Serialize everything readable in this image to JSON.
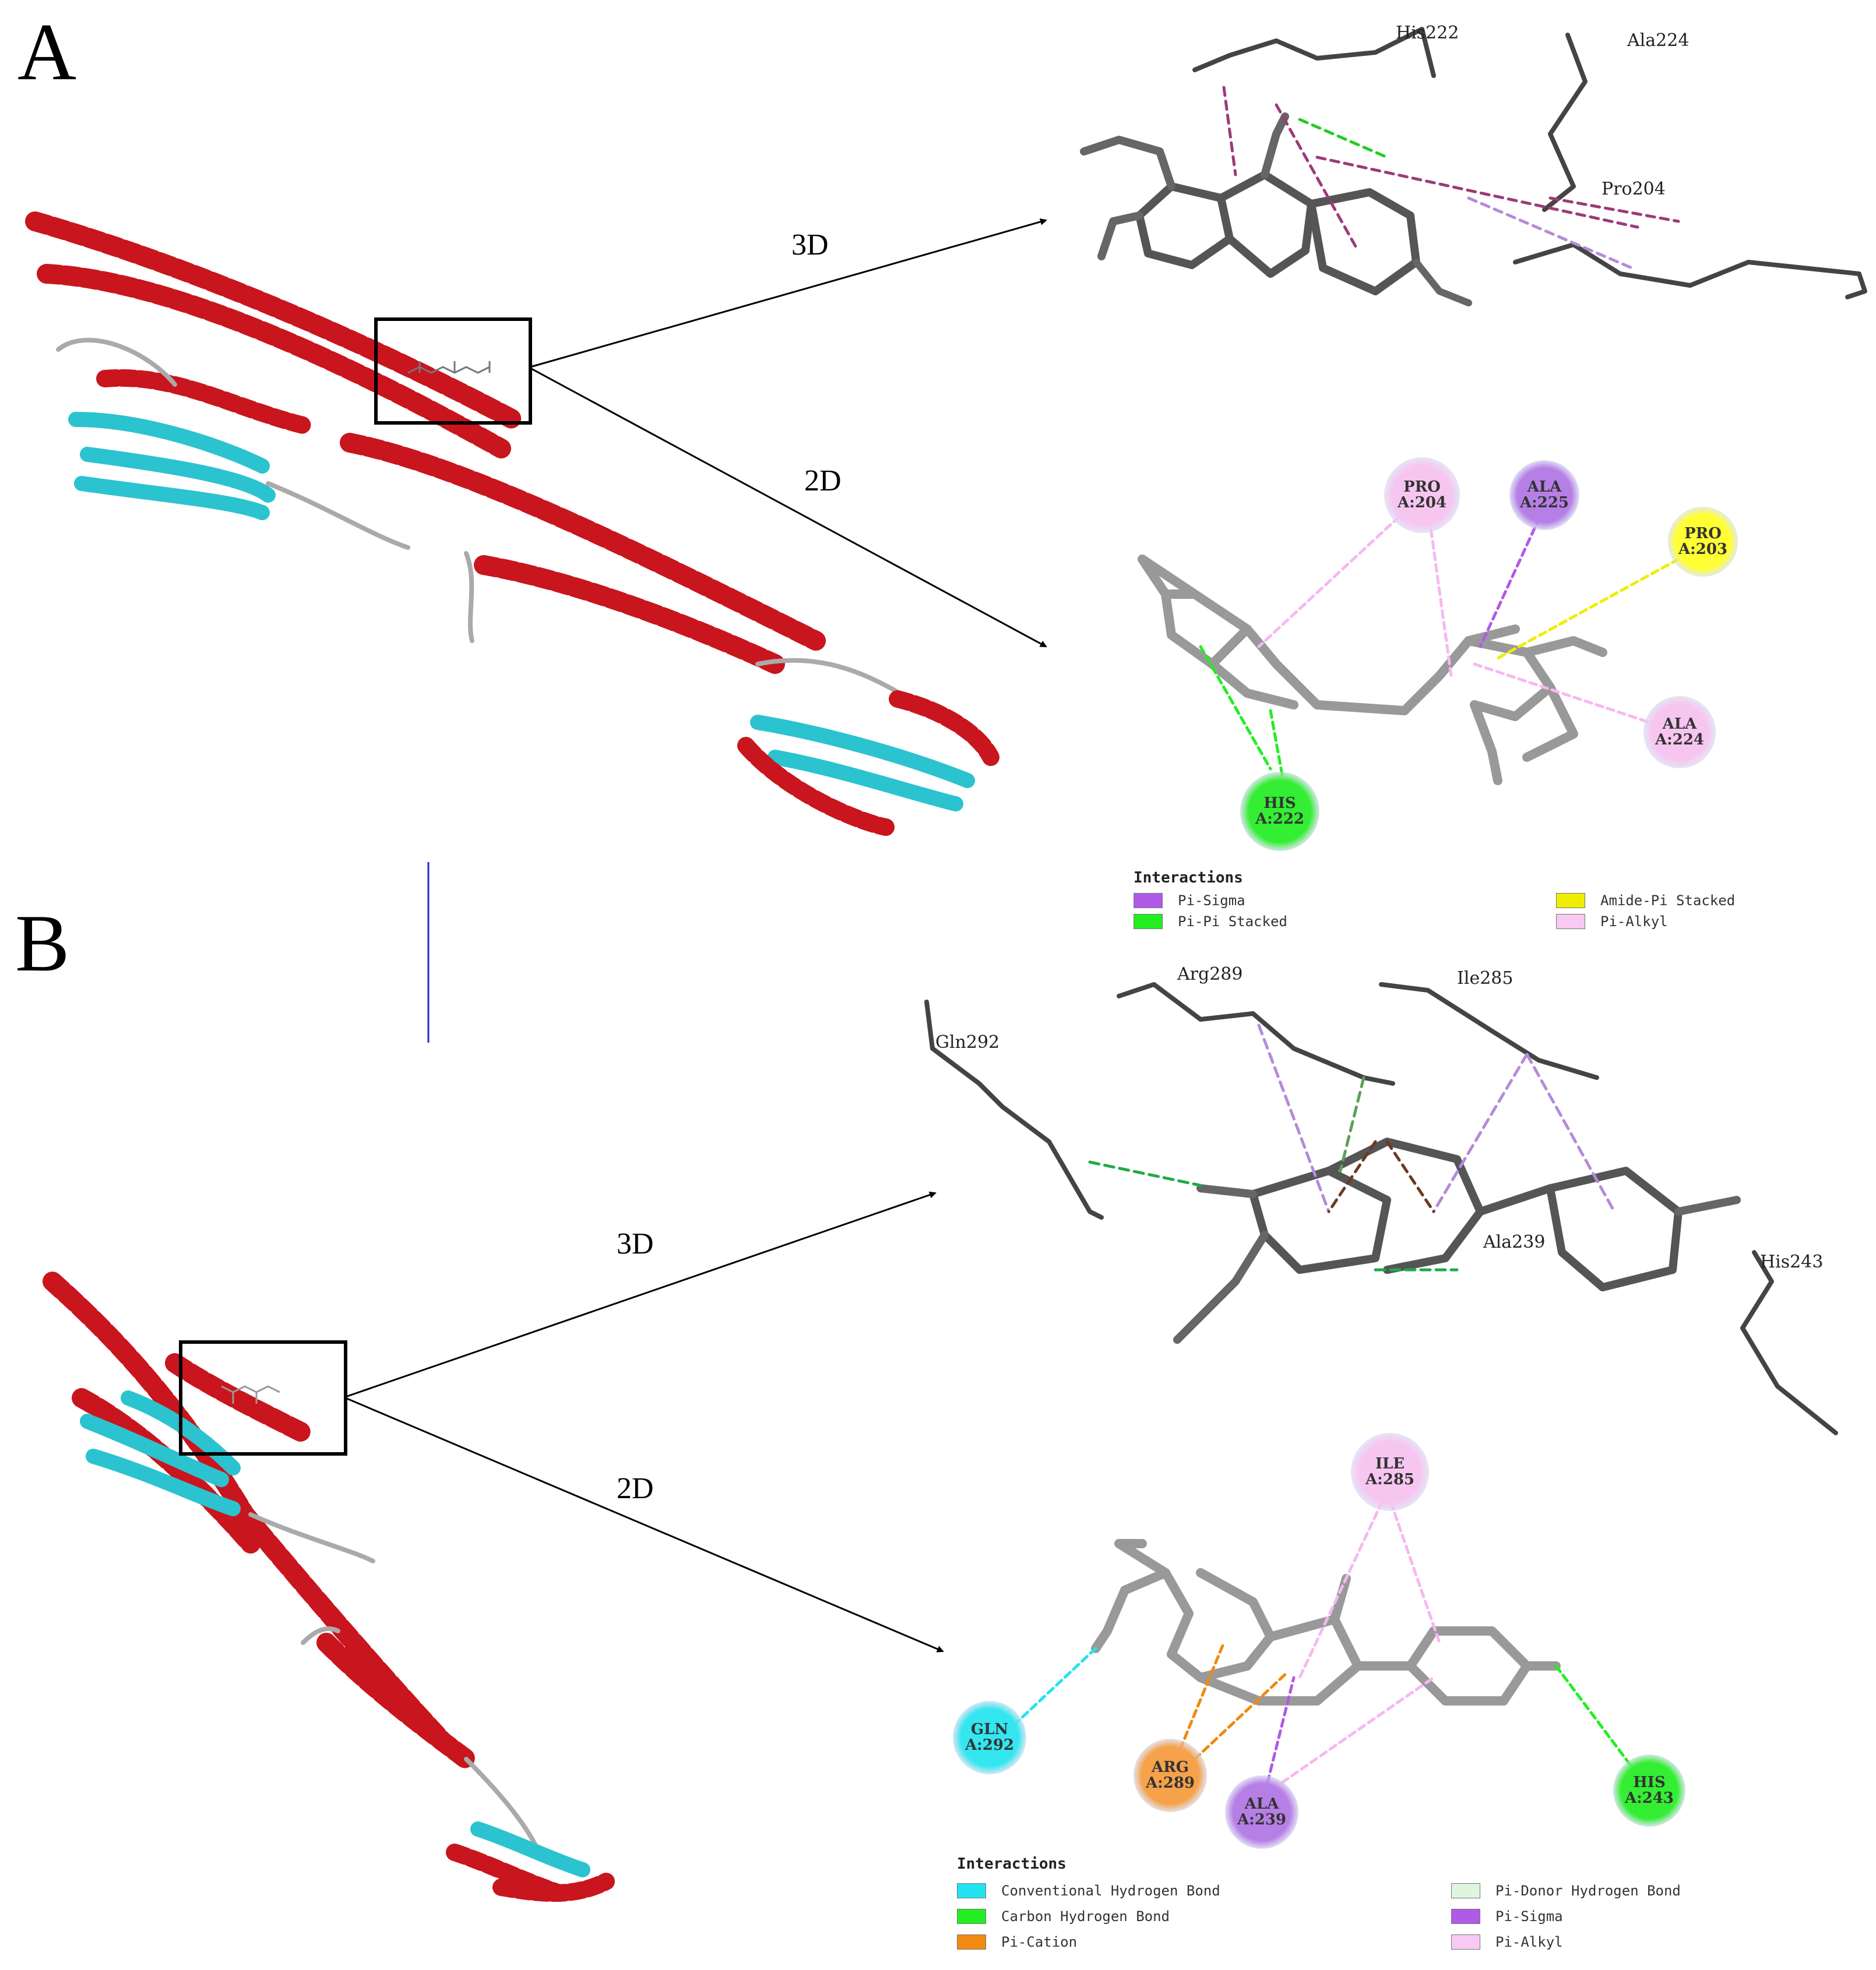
{
  "panels": {
    "a": {
      "letter": "A",
      "label_3d": "3D",
      "label_2d": "2D",
      "residues_3d": [
        "His222",
        "Ala224",
        "Pro204"
      ],
      "residues_2d": [
        {
          "resname": "PRO",
          "id": "A:204",
          "color": "#f7c6f0"
        },
        {
          "resname": "ALA",
          "id": "A:225",
          "color": "#b67fe6"
        },
        {
          "resname": "PRO",
          "id": "A:203",
          "color": "#ffff33"
        },
        {
          "resname": "ALA",
          "id": "A:224",
          "color": "#f7c6f0"
        },
        {
          "resname": "HIS",
          "id": "A:222",
          "color": "#33ee33"
        }
      ],
      "legend": {
        "title": "Interactions",
        "items": [
          {
            "label": "Pi-Sigma",
            "color": "#b05ae8"
          },
          {
            "label": "Pi-Pi Stacked",
            "color": "#22ee22"
          },
          {
            "label": "Amide-Pi Stacked",
            "color": "#eeee00"
          },
          {
            "label": "Pi-Alkyl",
            "color": "#f7c9f3"
          }
        ]
      }
    },
    "b": {
      "letter": "B",
      "label_3d": "3D",
      "label_2d": "2D",
      "residues_3d": [
        "Arg289",
        "Ile285",
        "Gln292",
        "Ala239",
        "His243"
      ],
      "residues_2d": [
        {
          "resname": "ILE",
          "id": "A:285",
          "color": "#f7c6f0"
        },
        {
          "resname": "GLN",
          "id": "A:292",
          "color": "#33e6f0"
        },
        {
          "resname": "ARG",
          "id": "A:289",
          "color": "#f5a24a"
        },
        {
          "resname": "ALA",
          "id": "A:239",
          "color": "#b67fe6"
        },
        {
          "resname": "HIS",
          "id": "A:243",
          "color": "#33ee33"
        }
      ],
      "legend": {
        "title": "Interactions",
        "items": [
          {
            "label": "Conventional Hydrogen Bond",
            "color": "#22e3f0"
          },
          {
            "label": "Carbon Hydrogen Bond",
            "color": "#22ee22"
          },
          {
            "label": "Pi-Cation",
            "color": "#f08a10"
          },
          {
            "label": "Pi-Donor Hydrogen Bond",
            "color": "#dff5df"
          },
          {
            "label": "Pi-Sigma",
            "color": "#b05ae8"
          },
          {
            "label": "Pi-Alkyl",
            "color": "#f7c9f3"
          }
        ]
      }
    }
  }
}
